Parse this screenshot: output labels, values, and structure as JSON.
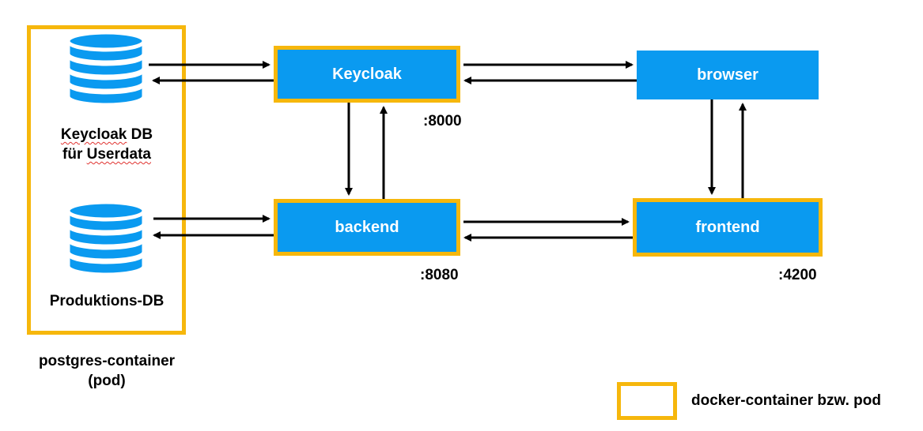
{
  "nodes": {
    "keycloak": "Keycloak",
    "browser": "browser",
    "backend": "backend",
    "frontend": "frontend"
  },
  "ports": {
    "keycloak": ":8000",
    "backend": ":8080",
    "frontend": ":4200"
  },
  "databases": {
    "keycloak_db": {
      "line1_word": "Keycloak",
      "line1_rest": " DB",
      "line2_prefix": "für ",
      "line2_word": "Userdata"
    },
    "produktions_db": "Produktions-DB"
  },
  "postgres_container": {
    "line1": "postgres-container",
    "line2": "(pod)"
  },
  "legend": {
    "label": "docker-container bzw. pod",
    "border_color": "#f6b70c"
  },
  "colors": {
    "node_fill": "#0a9af0",
    "pod_border": "#f6b70c"
  },
  "icons": [
    "database-icon",
    "database-icon"
  ]
}
